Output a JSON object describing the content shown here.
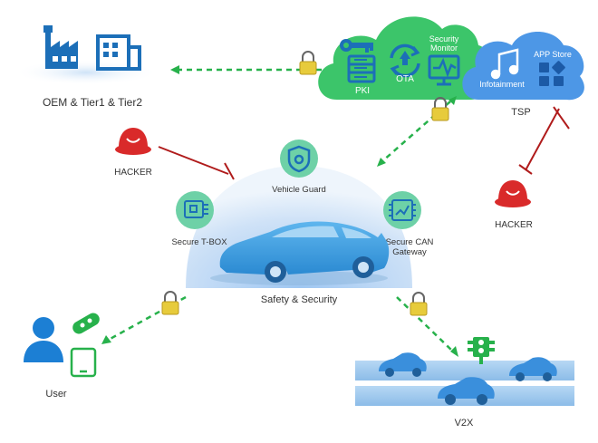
{
  "labels": {
    "oem": "OEM & Tier1 & Tier2",
    "pki": "PKI",
    "ota": "OTA",
    "security_monitor_line1": "Security",
    "security_monitor_line2": "Monitor",
    "infotainment": "Infotainment",
    "app_store": "APP Store",
    "tsp": "TSP",
    "hacker_left": "HACKER",
    "hacker_right": "HACKER",
    "vehicle_guard": "Vehicle Guard",
    "secure_tbox": "Secure T-BOX",
    "secure_can_line1": "Secure CAN",
    "secure_can_line2": "Gateway",
    "safety_security": "Safety & Security",
    "user": "User",
    "v2x": "V2X"
  },
  "colors": {
    "security_cloud": "#3cc56a",
    "tsp_cloud": "#4d97e6",
    "secure_link": "#27b14b",
    "attack_line": "#b01b1b",
    "hacker": "#d92a2a",
    "lock": "#e7cb3b",
    "car": "#3aa0e3",
    "icon_blue": "#1c6fb8",
    "module_green": "#6ed1a7",
    "road": "#9dc8ef",
    "text": "#333333"
  },
  "icons": {
    "oem": [
      "factory-icon",
      "office-building-icon"
    ],
    "security_cloud": [
      "key-icon",
      "server-icon",
      "update-cycle-icon",
      "monitor-pulse-icon"
    ],
    "tsp_cloud": [
      "music-note-icon",
      "app-grid-icon"
    ],
    "hacker": "hacker-hat-icon",
    "user": [
      "user-silhouette-icon",
      "car-key-fob-icon",
      "tablet-icon"
    ],
    "lock": "padlock-icon",
    "traffic_light": "traffic-light-icon"
  }
}
